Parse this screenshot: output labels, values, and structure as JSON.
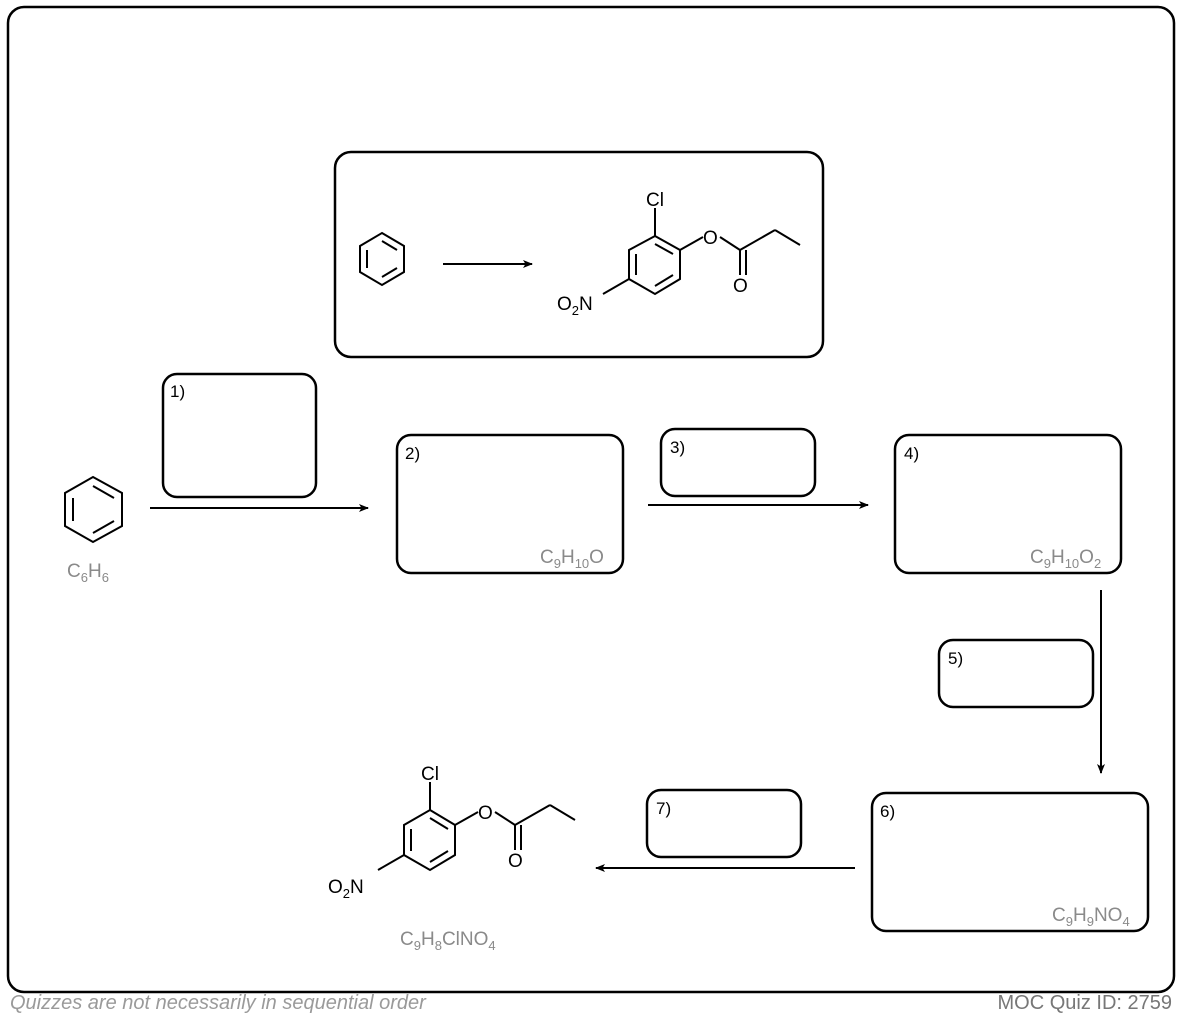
{
  "question_box": {
    "start_ring": "benzene-icon",
    "target": {
      "substituent_cl": "Cl",
      "substituent_o": "O",
      "carbonyl_o": "O",
      "nitro": {
        "o": "O",
        "sub": "2",
        "n": "N"
      }
    }
  },
  "steps": [
    {
      "label": "1)"
    },
    {
      "label": "2)",
      "formula": {
        "parts": [
          [
            "C",
            ""
          ],
          [
            "9",
            "sub"
          ],
          [
            "H",
            ""
          ],
          [
            "10",
            "sub"
          ],
          [
            "O",
            ""
          ]
        ]
      }
    },
    {
      "label": "3)"
    },
    {
      "label": "4)",
      "formula": {
        "parts": [
          [
            "C",
            ""
          ],
          [
            "9",
            "sub"
          ],
          [
            "H",
            ""
          ],
          [
            "10",
            "sub"
          ],
          [
            "O",
            ""
          ],
          [
            "2",
            "sub"
          ]
        ]
      }
    },
    {
      "label": "5)"
    },
    {
      "label": "6)",
      "formula": {
        "parts": [
          [
            "C",
            ""
          ],
          [
            "9",
            "sub"
          ],
          [
            "H",
            ""
          ],
          [
            "9",
            "sub"
          ],
          [
            "NO",
            ""
          ],
          [
            "4",
            "sub"
          ]
        ]
      }
    },
    {
      "label": "7)"
    }
  ],
  "start_formula": {
    "parts": [
      [
        "C",
        ""
      ],
      [
        "6",
        "sub"
      ],
      [
        "H",
        ""
      ],
      [
        "6",
        "sub"
      ]
    ]
  },
  "product": {
    "substituent_cl": "Cl",
    "substituent_o": "O",
    "carbonyl_o": "O",
    "nitro": {
      "o": "O",
      "sub": "2",
      "n": "N"
    },
    "formula": {
      "parts": [
        [
          "C",
          ""
        ],
        [
          "9",
          "sub"
        ],
        [
          "H",
          ""
        ],
        [
          "8",
          "sub"
        ],
        [
          "ClNO",
          ""
        ],
        [
          "4",
          "sub"
        ]
      ]
    }
  },
  "footer": {
    "note": "Quizzes are not necessarily in sequential order",
    "quiz_id": "MOC Quiz ID: 2759"
  }
}
